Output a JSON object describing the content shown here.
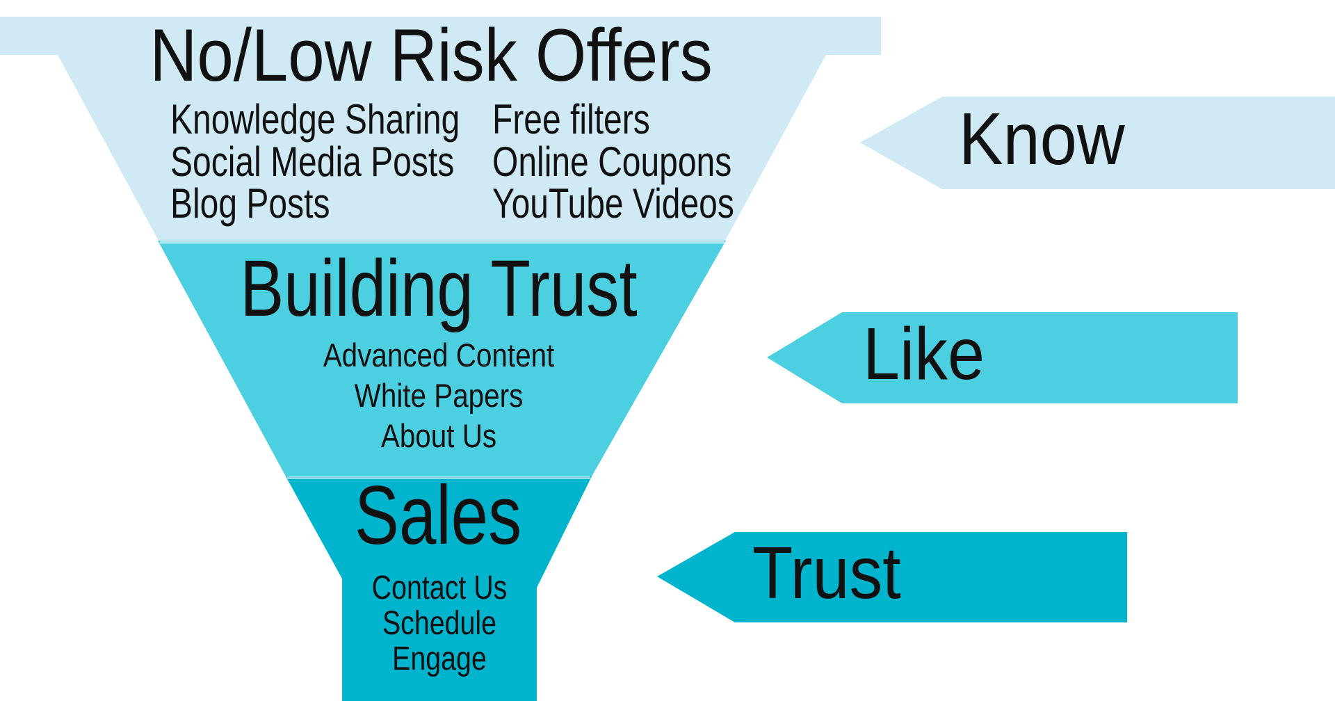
{
  "background": "#ffffff",
  "text_color": "#111111",
  "funnel": {
    "tier1": {
      "title": "No/Low Risk Offers",
      "color": "#cfe9f5",
      "items_left": [
        "Knowledge Sharing",
        "Social Media Posts",
        "Blog Posts"
      ],
      "items_right": [
        "Free filters",
        "Online Coupons",
        "YouTube Videos"
      ]
    },
    "tier2": {
      "title": "Building Trust",
      "color": "#4ccfe0",
      "items": [
        "Advanced Content",
        "White Papers",
        "About Us"
      ]
    },
    "tier3": {
      "title": "Sales",
      "color": "#00b4ce",
      "items": [
        "Contact Us",
        "Schedule",
        "Engage"
      ]
    },
    "divider_color": "rgba(255,255,255,0.55)"
  },
  "arrows": {
    "know": {
      "label": "Know",
      "color": "#cfe9f5"
    },
    "like": {
      "label": "Like",
      "color": "#4ccfe0"
    },
    "trust": {
      "label": "Trust",
      "color": "#00b4ce"
    }
  }
}
